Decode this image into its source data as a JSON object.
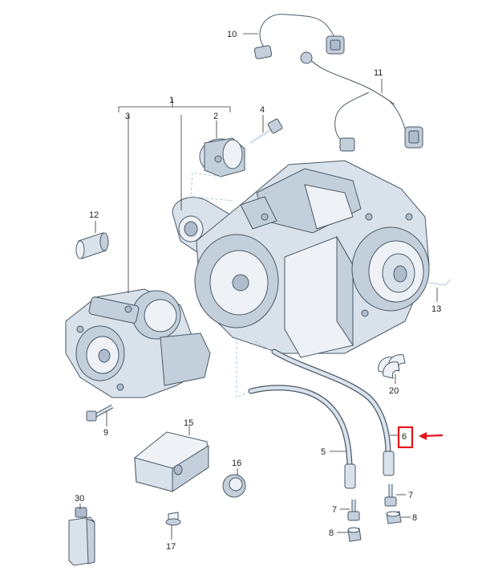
{
  "diagram": {
    "callouts": [
      "1",
      "2",
      "3",
      "4",
      "5",
      "6",
      "7",
      "8",
      "9",
      "10",
      "11",
      "12",
      "13",
      "15",
      "16",
      "17",
      "20",
      "30"
    ],
    "highlight_color": "#e4141b"
  }
}
